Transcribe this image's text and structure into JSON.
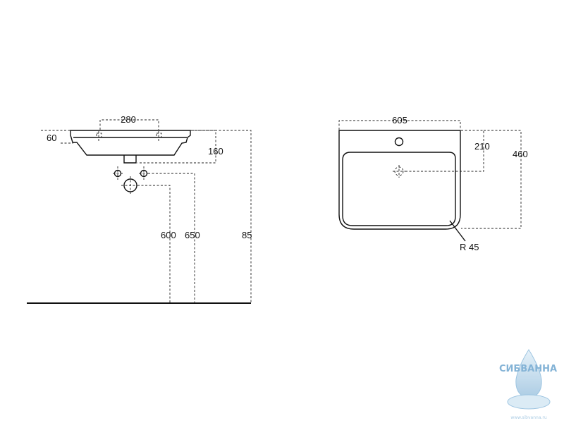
{
  "side_view": {
    "dim_tap_spacing": "280",
    "dim_rim_height": "60",
    "dim_bowl_depth": "160",
    "dim_outlet_height": "600",
    "dim_supply_height": "650",
    "dim_total_height": "85"
  },
  "front_view": {
    "dim_width": "605",
    "dim_drain_offset": "210",
    "dim_depth": "460",
    "dim_corner_radius": "R 45"
  },
  "watermark": {
    "brand": "СИБВАННА",
    "url": "www.sibvanna.ru"
  },
  "colors": {
    "lines": "#111111",
    "watermark": "#6fa6cf"
  }
}
